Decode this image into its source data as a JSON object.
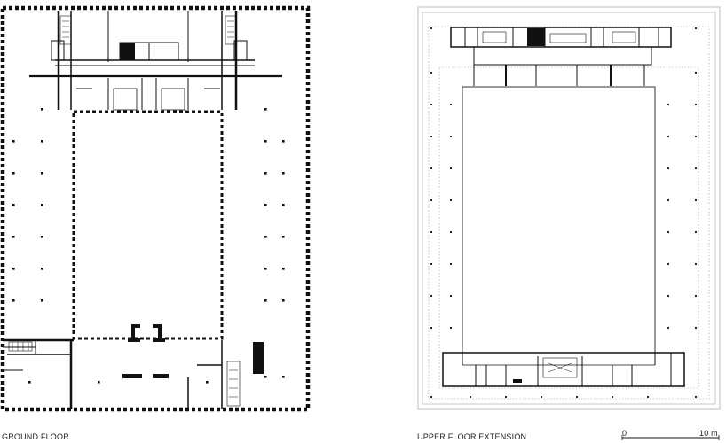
{
  "plans": {
    "ground_floor": {
      "label": "GROUND FLOOR"
    },
    "upper_floor": {
      "label": "UPPER FLOOR EXTENSION"
    }
  },
  "scale_bar": {
    "start_label": "0",
    "end_label": "10 m"
  },
  "colors": {
    "line": "#111111",
    "light_line": "#9a9a9a",
    "background": "#ffffff"
  }
}
